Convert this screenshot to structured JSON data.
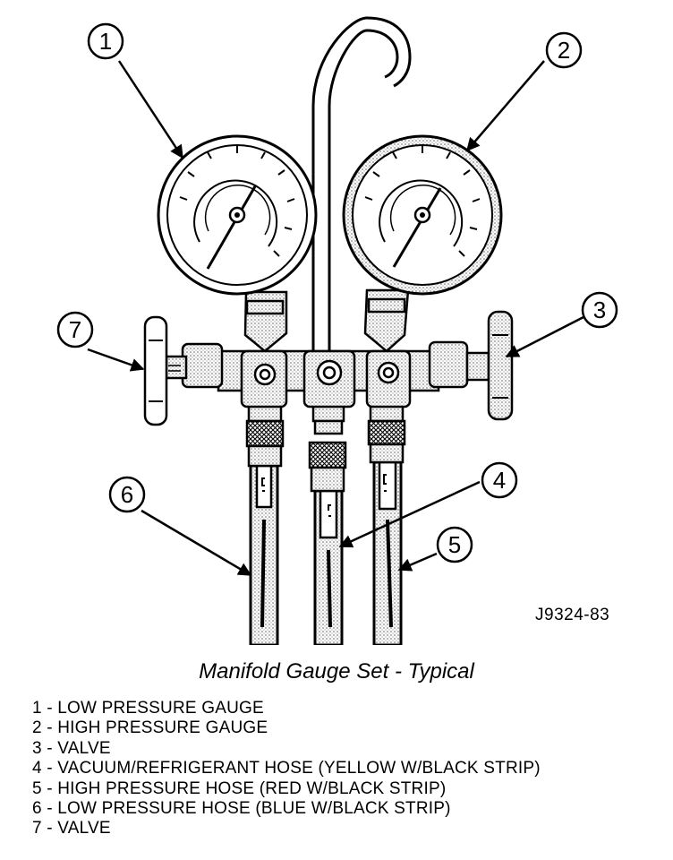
{
  "figure": {
    "code": "J9324-83",
    "callouts": [
      "1",
      "2",
      "3",
      "4",
      "5",
      "6",
      "7"
    ]
  },
  "caption": "Manifold Gauge Set - Typical",
  "legend": [
    "1 - LOW PRESSURE GAUGE",
    "2 - HIGH PRESSURE GAUGE",
    "3 - VALVE",
    "4 - VACUUM/REFRIGERANT HOSE (YELLOW W/BLACK STRIP)",
    "5 - HIGH PRESSURE HOSE (RED W/BLACK STRIP)",
    "6 - LOW PRESSURE HOSE (BLUE W/BLACK STRIP)",
    "7 - VALVE"
  ]
}
